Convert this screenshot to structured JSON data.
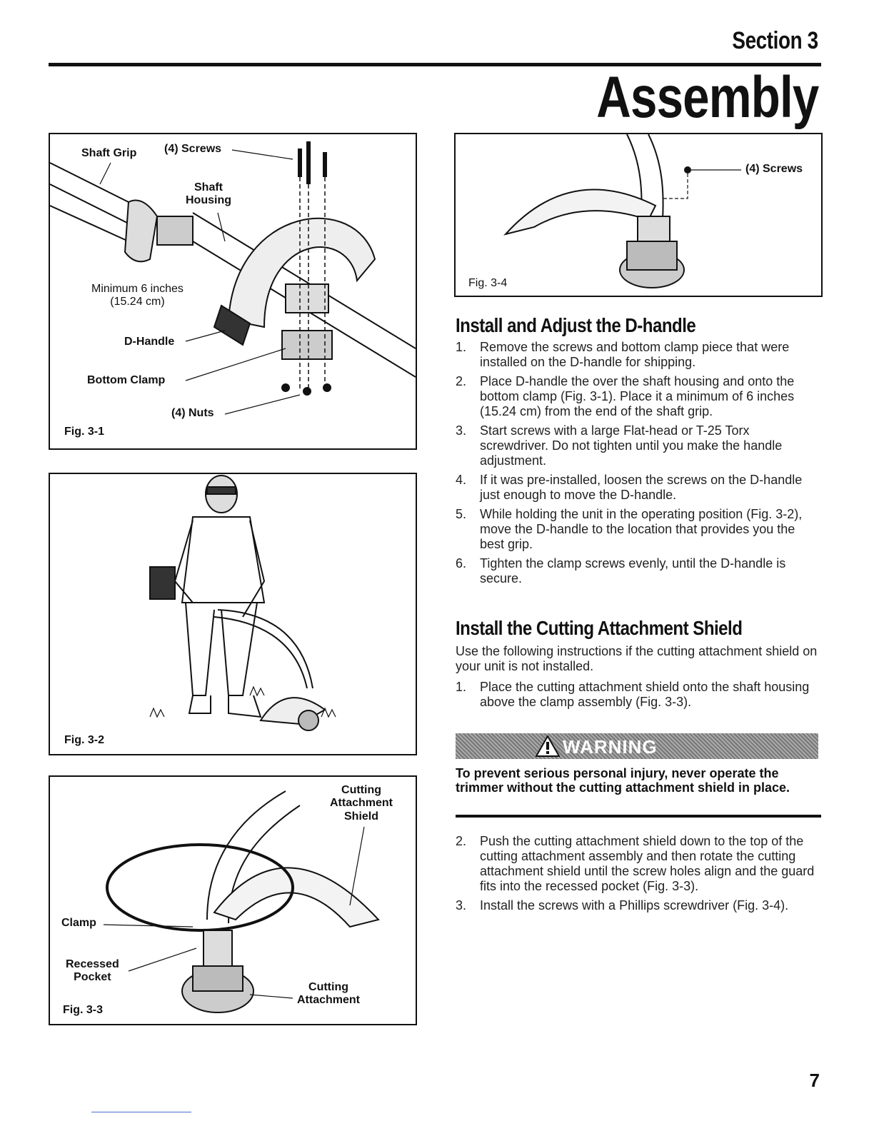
{
  "header": {
    "section": "Section 3",
    "title": "Assembly"
  },
  "fig31": {
    "label": "Fig. 3-1",
    "callouts": {
      "shaft_grip": "Shaft Grip",
      "screws": "(4) Screws",
      "shaft_housing_1": "Shaft",
      "shaft_housing_2": "Housing",
      "minimum_1": "Minimum 6 inches",
      "minimum_2": "(15.24 cm)",
      "d_handle": "D-Handle",
      "bottom_clamp": "Bottom Clamp",
      "nuts": "(4) Nuts"
    }
  },
  "fig32": {
    "label": "Fig. 3-2"
  },
  "fig33": {
    "label": "Fig. 3-3",
    "callouts": {
      "shield_1": "Cutting",
      "shield_2": "Attachment",
      "shield_3": "Shield",
      "clamp": "Clamp",
      "pocket_1": "Recessed",
      "pocket_2": "Pocket",
      "attachment_1": "Cutting",
      "attachment_2": "Attachment"
    }
  },
  "fig34": {
    "label": "Fig. 3-4",
    "callouts": {
      "screws": "(4) Screws"
    }
  },
  "dhandle": {
    "heading": "Install and Adjust the D-handle",
    "steps": [
      {
        "n": "1.",
        "text": "Remove the screws and bottom clamp piece that were installed on the D-handle for shipping."
      },
      {
        "n": "2.",
        "text": "Place D-handle the over the shaft housing and onto the bottom clamp (Fig. 3-1). Place it a minimum of 6 inches (15.24 cm) from the end of the shaft grip."
      },
      {
        "n": "3.",
        "text": "Start screws with a large Flat-head or T-25 Torx screwdriver. Do not tighten until you make the handle adjustment."
      },
      {
        "n": "4.",
        "text": "If it was pre-installed, loosen the screws on the D-handle just enough to move the D-handle."
      },
      {
        "n": "5.",
        "text": "While holding the unit in the operating position (Fig. 3-2), move the D-handle to the location that provides you the best grip."
      },
      {
        "n": "6.",
        "text": "Tighten the clamp screws evenly, until the D-handle is secure."
      }
    ]
  },
  "shield": {
    "heading": "Install the Cutting Attachment Shield",
    "intro": "Use the following instructions if the cutting attachment shield on your unit is not installed.",
    "step1": {
      "n": "1.",
      "text": "Place the cutting attachment shield onto the shaft housing above the clamp assembly (Fig. 3-3)."
    },
    "steps_after": [
      {
        "n": "2.",
        "text": "Push the cutting attachment shield down to the top of the cutting attachment assembly and then rotate the cutting attachment shield until the screw holes align and the guard fits into the recessed pocket (Fig. 3-3)."
      },
      {
        "n": "3.",
        "text": "Install the screws with a Phillips screwdriver (Fig. 3-4)."
      }
    ]
  },
  "warning": {
    "title": "WARNING",
    "message": "To prevent serious personal injury, never operate the trimmer without the cutting attachment shield in place."
  },
  "footer": {
    "page_number": "7"
  }
}
